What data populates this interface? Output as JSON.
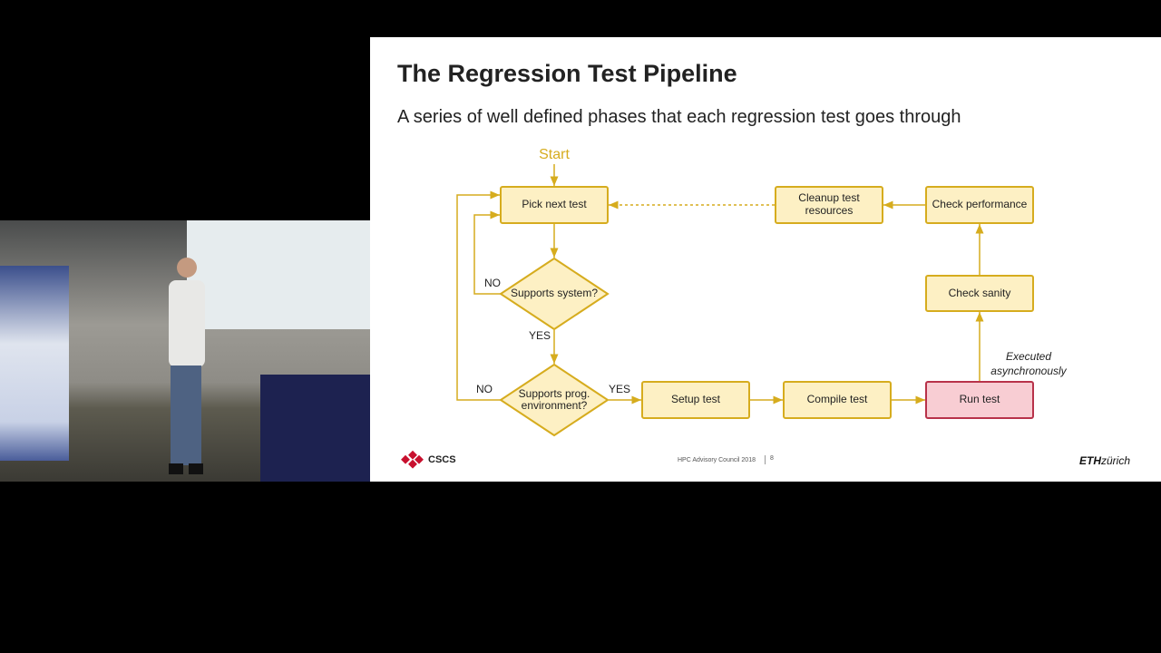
{
  "slide": {
    "title": "The Regression Test Pipeline",
    "subtitle": "A series of well defined phases that each regression test goes through",
    "footer": {
      "logo_left": "CSCS",
      "event": "HPC Advisory Council 2018",
      "page": "8",
      "logo_right_bold": "ETH",
      "logo_right": "zürich"
    }
  },
  "diagram": {
    "start": "Start",
    "nodes": {
      "pick": "Pick next test",
      "cleanup1": "Cleanup test",
      "cleanup2": "resources",
      "perf": "Check performance",
      "sanity": "Check sanity",
      "system": "Supports system?",
      "prog1": "Supports prog.",
      "prog2": "environment?",
      "setup": "Setup test",
      "compile": "Compile test",
      "run": "Run test"
    },
    "edge_labels": {
      "no1": "NO",
      "yes1": "YES",
      "no2": "NO",
      "yes2": "YES"
    },
    "note1": "Executed",
    "note2": "asynchronously",
    "colors": {
      "box_fill": "#fdf0c4",
      "box_stroke": "#d6ac1e",
      "run_fill": "#f8cdd3",
      "run_stroke": "#b8324a",
      "start": "#d6ac1e"
    }
  }
}
